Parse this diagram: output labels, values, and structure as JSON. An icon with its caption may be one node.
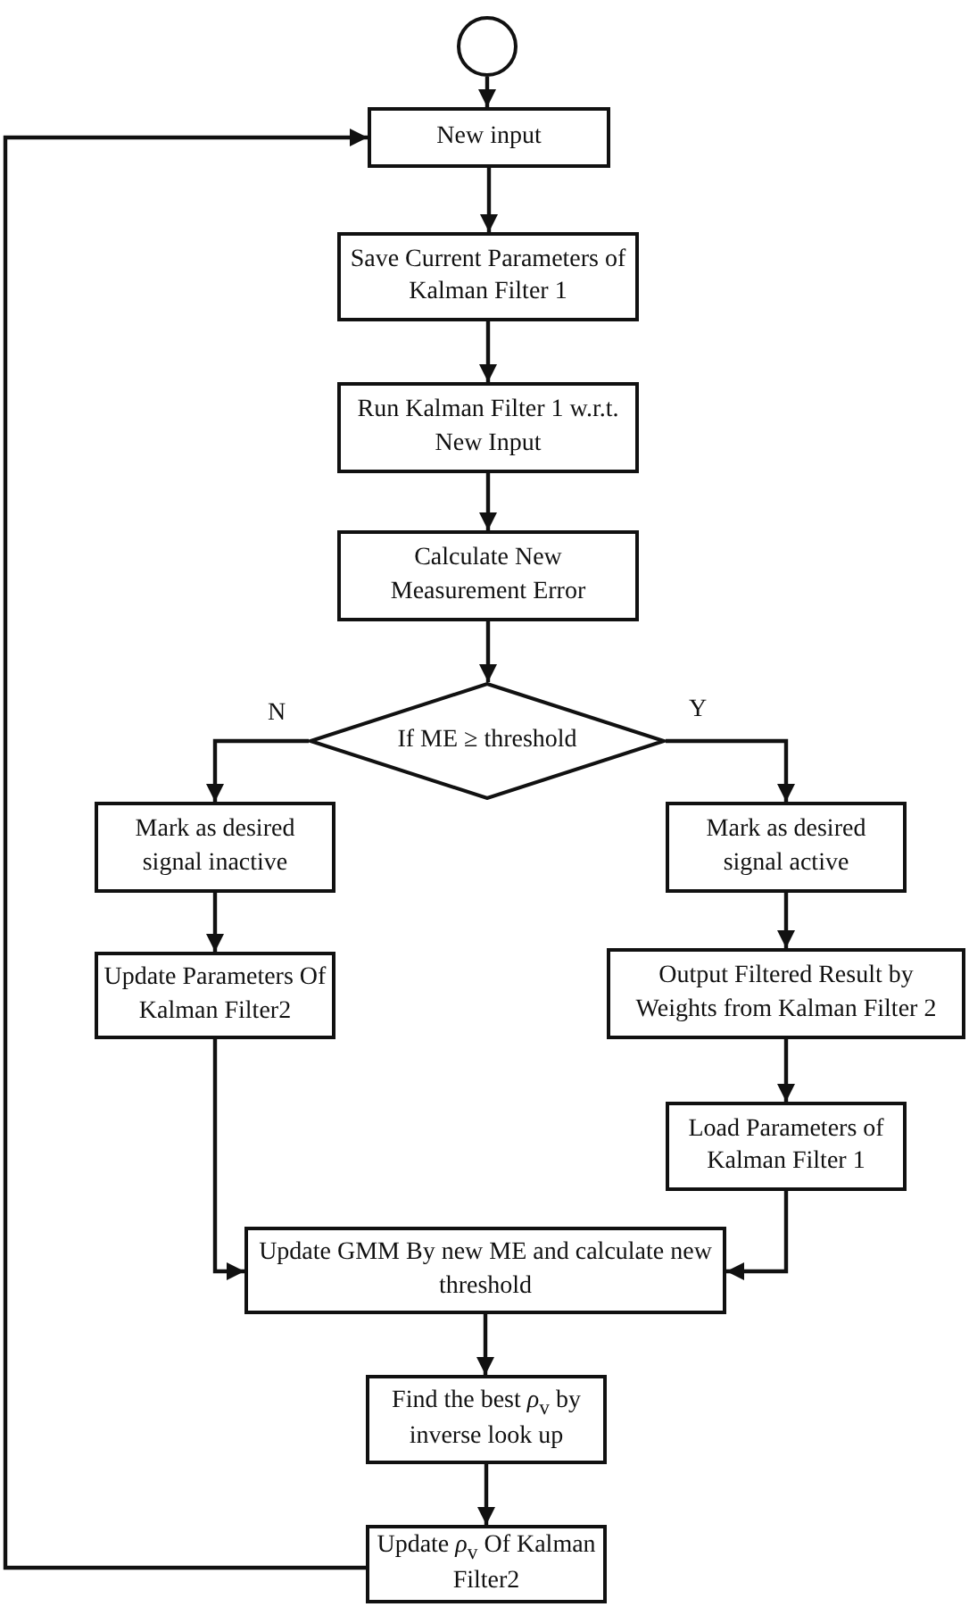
{
  "diagram": {
    "nodes": [
      {
        "text": [],
        "shape": "circle"
      },
      {
        "text": [
          "New input"
        ]
      },
      {
        "text": [
          "Save Current Parameters of Kalman Filter 1"
        ]
      },
      {
        "text": [
          "Run Kalman Filter 1 w.r.t. New Input"
        ]
      },
      {
        "text": [
          "Calculate New Measurement Error"
        ]
      },
      {
        "text": [
          "If ME  ≥  threshold"
        ]
      },
      {
        "text": [
          "Mark as desired signal inactive"
        ]
      },
      {
        "text": [
          "Mark as desired signal active"
        ]
      },
      {
        "text": [
          "Update Parameters Of Kalman Filter2"
        ]
      },
      {
        "text": [
          "Output Filtered Result by Weights from Kalman Filter 2"
        ]
      },
      {
        "text": [
          "Load Parameters of Kalman Filter 1"
        ]
      },
      {
        "text": [
          "Update GMM By new ME and calculate new threshold"
        ]
      },
      {
        "text": [
          "Find the best *ρ*$_{v}$ by inverse look up"
        ]
      },
      {
        "text": [
          "Update  *ρ*$_{v}$ Of Kalman Filter2"
        ]
      }
    ],
    "edges": [
      {
        "from": 0,
        "to": 1,
        "arrow": "to"
      },
      {
        "from": 1,
        "to": 2,
        "arrow": "to"
      },
      {
        "from": 2,
        "to": 3,
        "arrow": "to"
      },
      {
        "from": 3,
        "to": 4,
        "arrow": "to"
      },
      {
        "from": 4,
        "to": 5,
        "arrow": "to"
      },
      {
        "from": 5,
        "to": 6,
        "arrow": "to",
        "label": "N"
      },
      {
        "from": 5,
        "to": 7,
        "arrow": "to",
        "label": "Y"
      },
      {
        "from": 6,
        "to": 8,
        "arrow": "to"
      },
      {
        "from": 7,
        "to": 9,
        "arrow": "to"
      },
      {
        "from": 9,
        "to": 10,
        "arrow": "to"
      },
      {
        "from": 8,
        "to": 11,
        "arrow": "to"
      },
      {
        "from": 10,
        "to": 11,
        "arrow": "to"
      },
      {
        "from": 11,
        "to": 12,
        "arrow": "to"
      },
      {
        "from": 12,
        "to": 13,
        "arrow": "to"
      },
      {
        "from": 13,
        "to": 1,
        "arrow": "to"
      }
    ]
  }
}
